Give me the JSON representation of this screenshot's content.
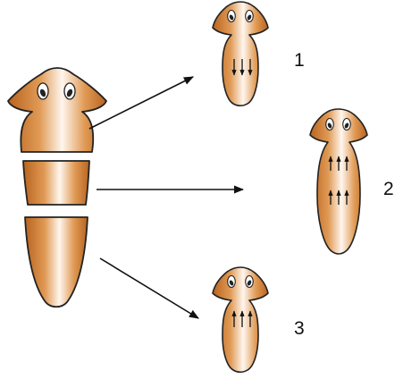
{
  "colors": {
    "body_edge": "#b8641f",
    "body_mid": "#e09a55",
    "body_light": "#fff6ee",
    "outline": "#222222",
    "arrow": "#111111"
  },
  "labels": {
    "regenerant_1": "1",
    "regenerant_2": "2",
    "regenerant_3": "3"
  }
}
